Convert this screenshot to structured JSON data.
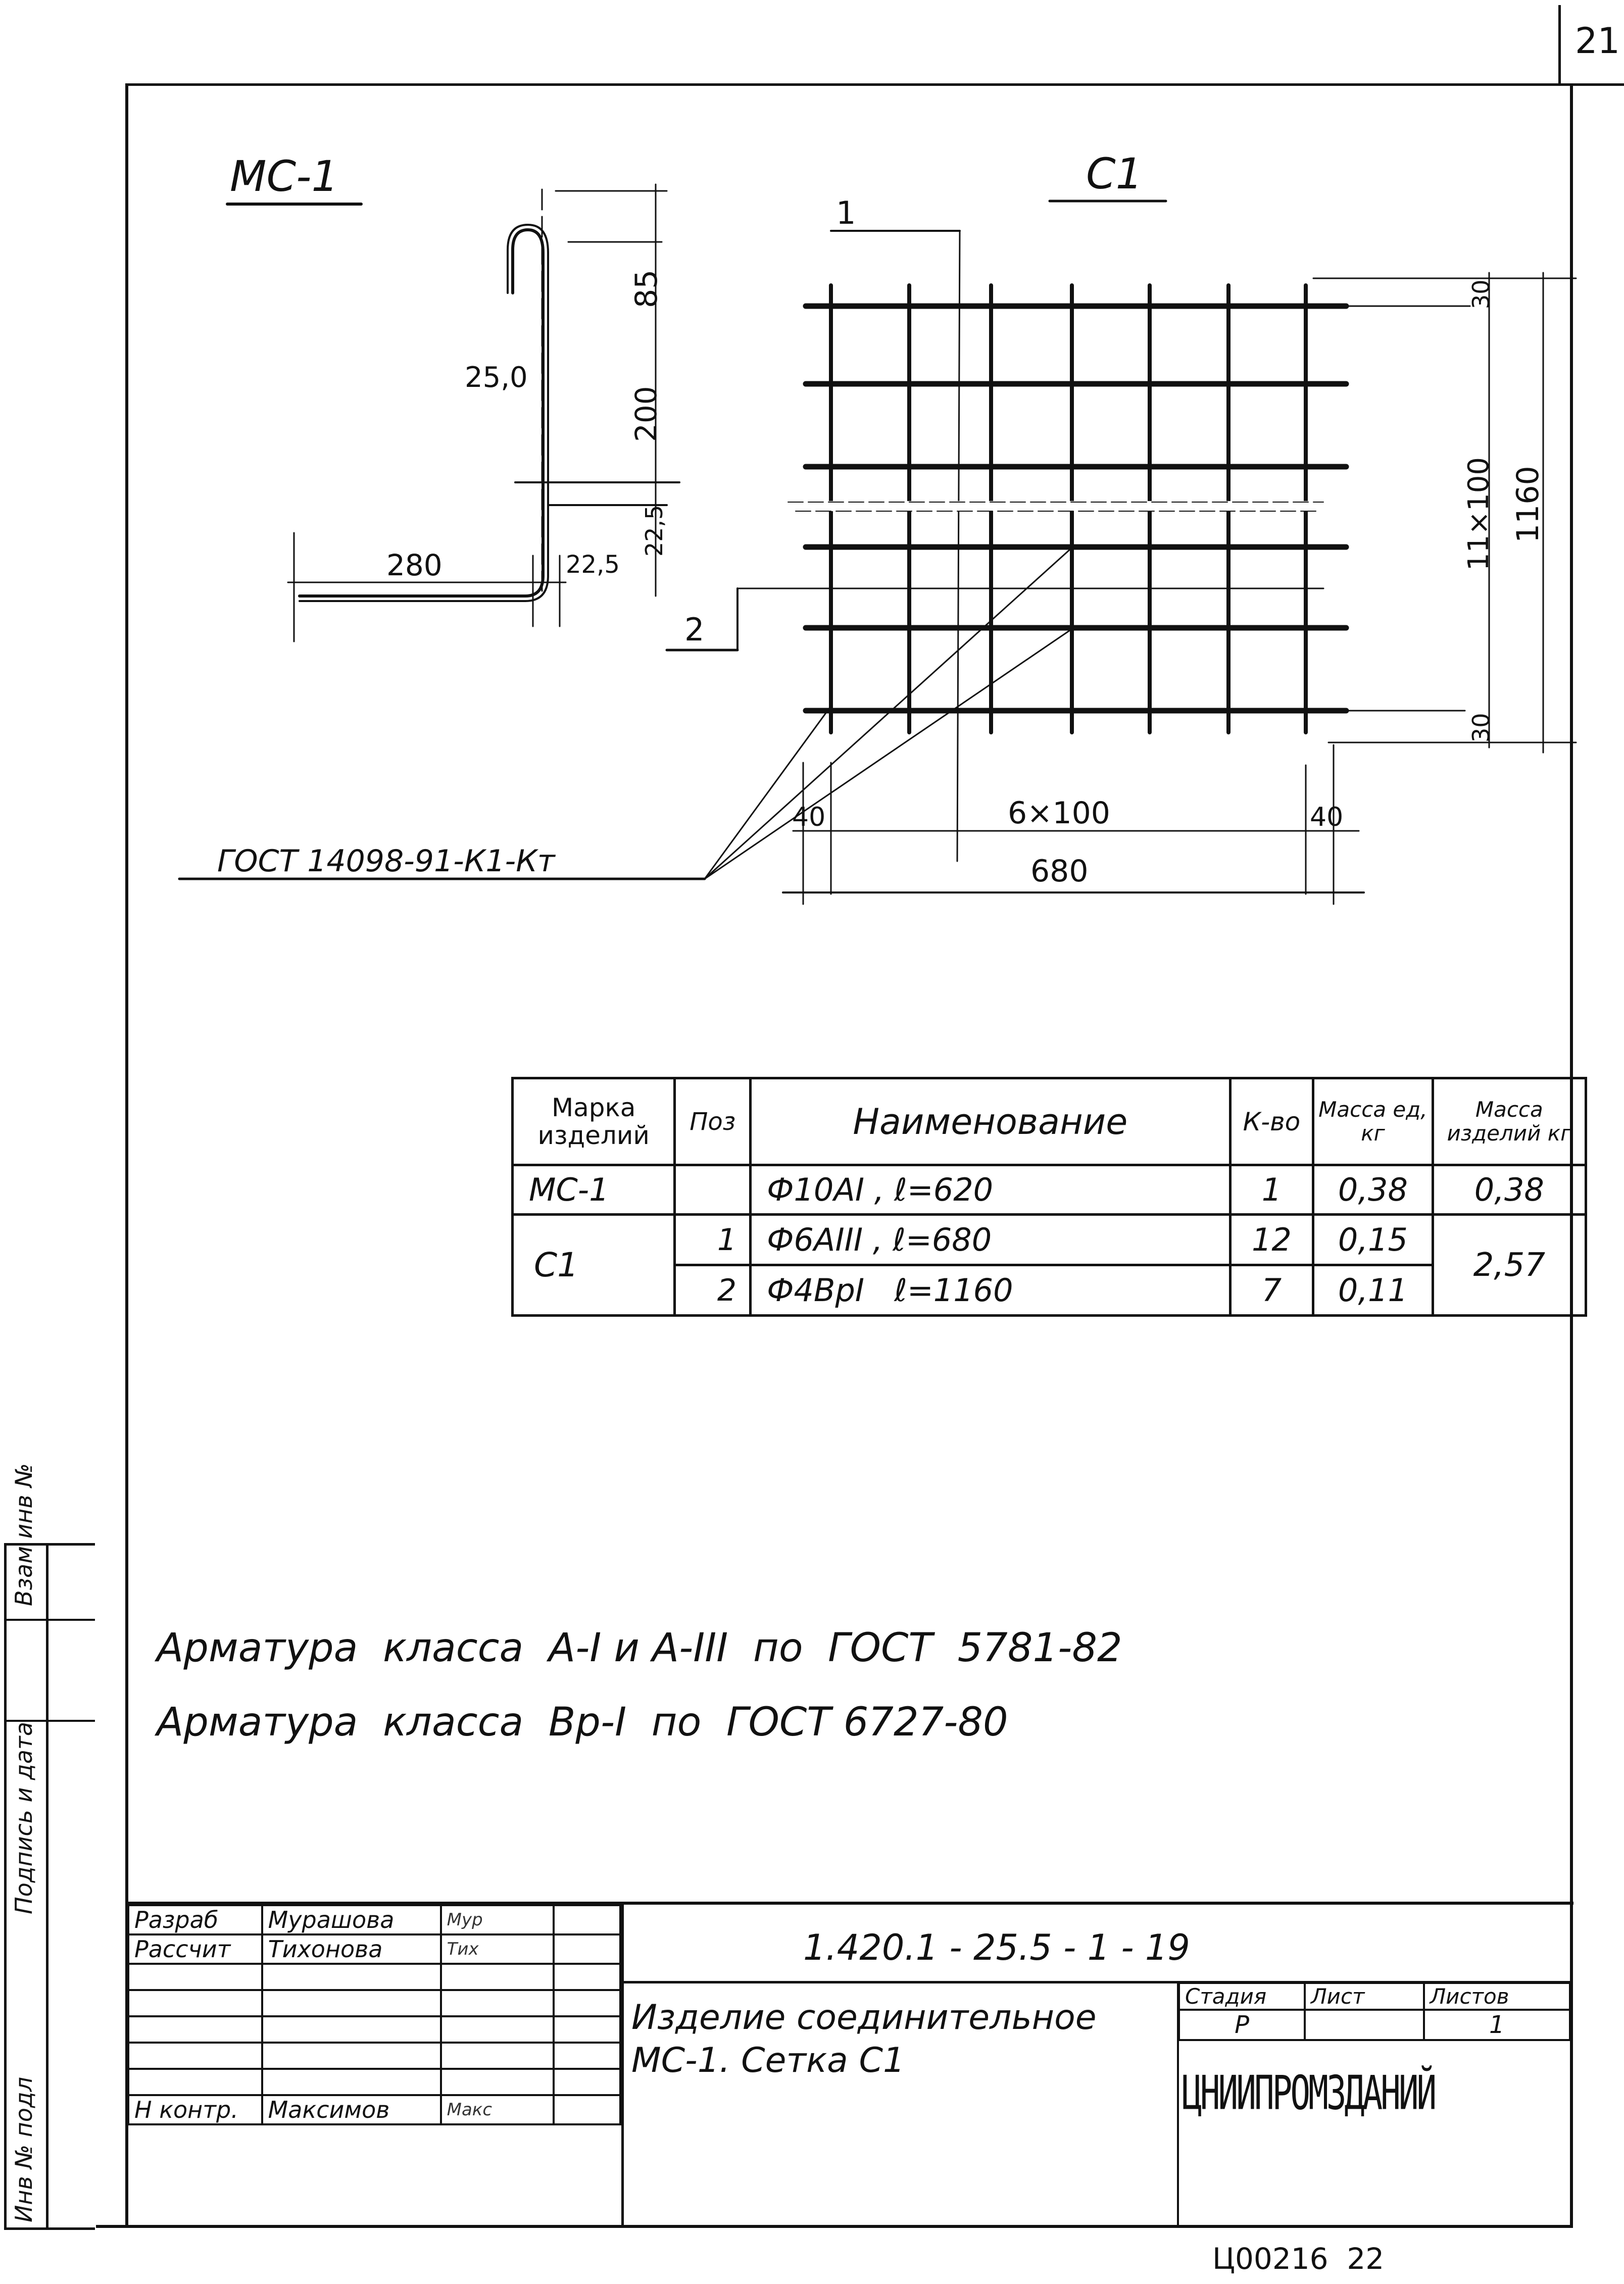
{
  "page_number": "21",
  "drawings": {
    "mc1": {
      "title": "МС-1",
      "dims": {
        "hook_top": "85",
        "vertical": "200",
        "bend_radius": "25,0",
        "corner_v": "22,5",
        "horizontal": "280",
        "corner_h": "22,5"
      }
    },
    "c1": {
      "title": "С1",
      "callout_1": "1",
      "callout_2": "2",
      "dims": {
        "top_margin": "30",
        "bottom_margin": "30",
        "vertical_spacing": "11×100",
        "total_height": "1160",
        "left_margin": "40",
        "right_margin": "40",
        "horizontal_spacing": "6×100",
        "total_width": "680"
      },
      "weld_note": "ГОСТ 14098-91-К1-Кт"
    }
  },
  "spec_table": {
    "headers": {
      "mark": "Марка изделий",
      "pos": "Поз",
      "name": "Наименование",
      "qty": "К-во",
      "unit_mass": "Масса ед, кг",
      "item_mass": "Масса изделий кг"
    },
    "rows": [
      {
        "mark": "МС-1",
        "pos": "",
        "name": "Ф10АI , ℓ=620",
        "qty": "1",
        "unit_mass": "0,38",
        "item_mass": "0,38"
      },
      {
        "mark": "С1",
        "pos": "1",
        "name": "Ф6АIII , ℓ=680",
        "qty": "12",
        "unit_mass": "0,15",
        "item_mass": "2,57"
      },
      {
        "mark": "",
        "pos": "2",
        "name": "Ф4ВрI   ℓ=1160",
        "qty": "7",
        "unit_mass": "0,11",
        "item_mass": ""
      }
    ]
  },
  "notes": [
    "Арматура  класса  А-I и А-III  по  ГОСТ  5781-82",
    "Арматура  класса  Вр-I  по  ГОСТ 6727-80"
  ],
  "side_stamp": {
    "cells": [
      "Инв № подл",
      "Подпись и дата",
      "Взам инв №"
    ]
  },
  "title_block": {
    "doc_code": "1.420.1 - 25.5 - 1 - 19",
    "title_line1": "Изделие соединительное",
    "title_line2": "МС-1. Сетка С1",
    "roles": [
      {
        "role": "Разраб",
        "name": "Мурашова",
        "sign": "Мур"
      },
      {
        "role": "Рассчит",
        "name": "Тихонова",
        "sign": "Тих"
      },
      {
        "role": "",
        "name": "",
        "sign": ""
      },
      {
        "role": "",
        "name": "",
        "sign": ""
      },
      {
        "role": "",
        "name": "",
        "sign": ""
      },
      {
        "role": "",
        "name": "",
        "sign": ""
      },
      {
        "role": "",
        "name": "",
        "sign": ""
      },
      {
        "role": "Н контр.",
        "name": "Максимов",
        "sign": "Макс"
      }
    ],
    "stage_header": "Стадия",
    "sheet_header": "Лист",
    "sheets_header": "Листов",
    "stage": "Р",
    "sheet": "",
    "sheets": "1",
    "organization": "ЦНИИПРОМЗДАНИЙ"
  },
  "archive_number": "Ц00216  22"
}
